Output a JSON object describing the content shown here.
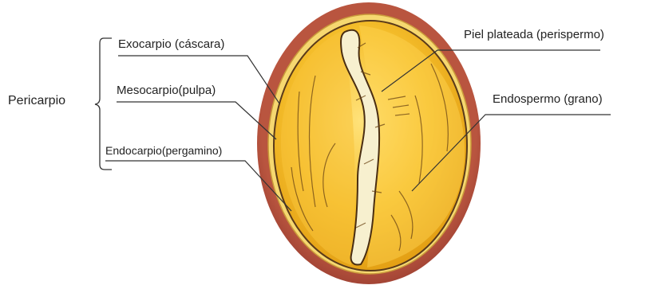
{
  "labels": {
    "pericarpio": "Pericarpio",
    "exocarpio": "Exocarpio (cáscara)",
    "mesocarpio": "Mesocarpio(pulpa)",
    "endocarpio": "Endocarpio(pergamino)",
    "piel_plateada": "Piel plateada (perispermo)",
    "endospermo": "Endospermo (grano)"
  },
  "colors": {
    "exocarp": "#a8473a",
    "mesocarp": "#f3cc4e",
    "endocarp_outline": "#5a3a1a",
    "seed_fill": "#f2b21e",
    "seed_light": "#ffe27a",
    "silverskin": "#f7f0cf",
    "leader_line": "#333333",
    "text": "#222222"
  }
}
